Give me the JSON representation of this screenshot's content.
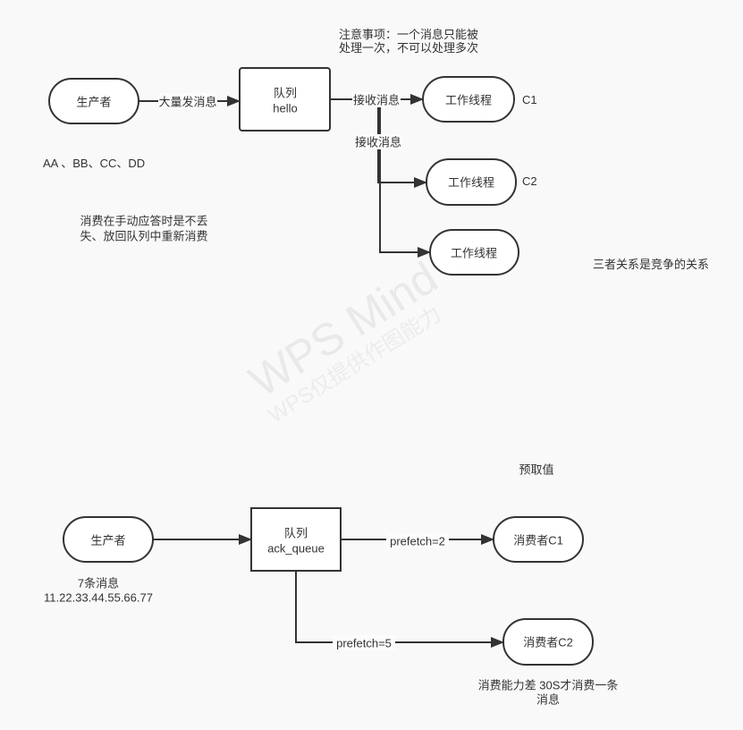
{
  "colors": {
    "background": "#f9f9f9",
    "node_fill": "#ffffff",
    "stroke": "#333333",
    "text": "#333333",
    "watermark": "#e9e9e9"
  },
  "watermark": {
    "title": "WPS Mind",
    "subtitle": "WPS仅提供作图能力"
  },
  "diagram1": {
    "producer": {
      "label": "生产者"
    },
    "producer_note": "AA 、BB、CC、DD",
    "send_edge_label": "大量发消息",
    "queue": {
      "line1": "队列",
      "line2": "hello"
    },
    "top_note": [
      "注意事项：一个消息只能被",
      "处理一次，不可以处理多次"
    ],
    "receive_labels": [
      "接收消息",
      "接收消息"
    ],
    "workers": [
      {
        "label": "工作线程",
        "tag": "C1"
      },
      {
        "label": "工作线程",
        "tag": "C2"
      },
      {
        "label": "工作线程",
        "tag": ""
      }
    ],
    "ack_note": [
      "消费在手动应答时是不丢",
      "失、放回队列中重新消费"
    ],
    "relation_note": "三者关系是竞争的关系"
  },
  "diagram2": {
    "producer": {
      "label": "生产者"
    },
    "producer_note": [
      "7条消息",
      "11.22.33.44.55.66.77"
    ],
    "queue": {
      "line1": "队列",
      "line2": "ack_queue"
    },
    "prefetch_title": "预取值",
    "edges": [
      {
        "label": "prefetch=2"
      },
      {
        "label": "prefetch=5"
      }
    ],
    "consumers": [
      {
        "label": "消费者C1"
      },
      {
        "label": "消费者C2"
      }
    ],
    "consumer2_note": [
      "消费能力差 30S才消费一条",
      "消息"
    ]
  }
}
